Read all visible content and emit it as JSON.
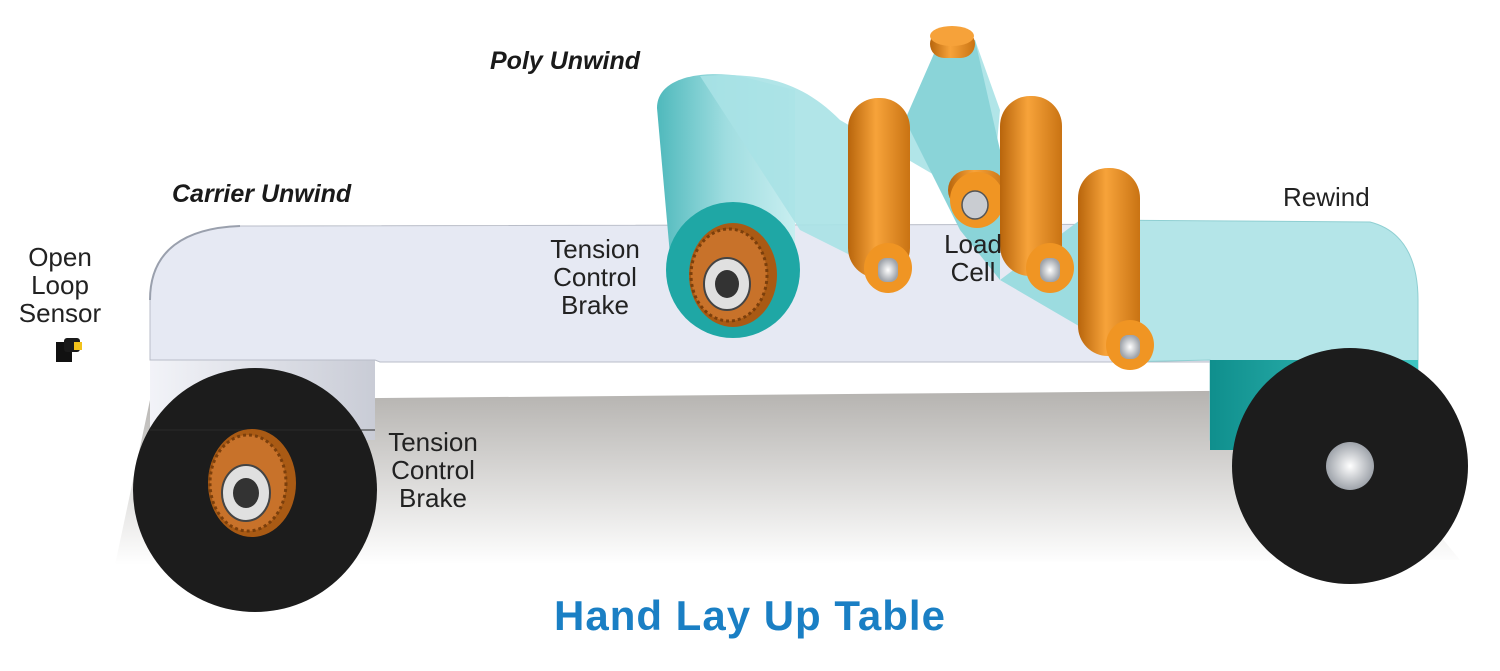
{
  "title": "Hand Lay Up Table",
  "labels": {
    "poly_unwind": "Poly Unwind",
    "carrier_unwind": "Carrier Unwind",
    "rewind": "Rewind",
    "open_loop_sensor": [
      "Open",
      "Loop",
      "Sensor"
    ],
    "tension_brake_top": [
      "Tension",
      "Control",
      "Brake"
    ],
    "tension_brake_bottom": [
      "Tension",
      "Control",
      "Brake"
    ],
    "load_cell": [
      "Load",
      "Cell"
    ]
  },
  "colors": {
    "title": "#1a7fc4",
    "carrier_web": "#e6e9f3",
    "poly_web": "#a9e2e6",
    "roll_core": "#1c1c1c",
    "idler_roller": "#f0921e",
    "brake": "#c46a1e",
    "teal_roll": "#1fa7a5"
  }
}
